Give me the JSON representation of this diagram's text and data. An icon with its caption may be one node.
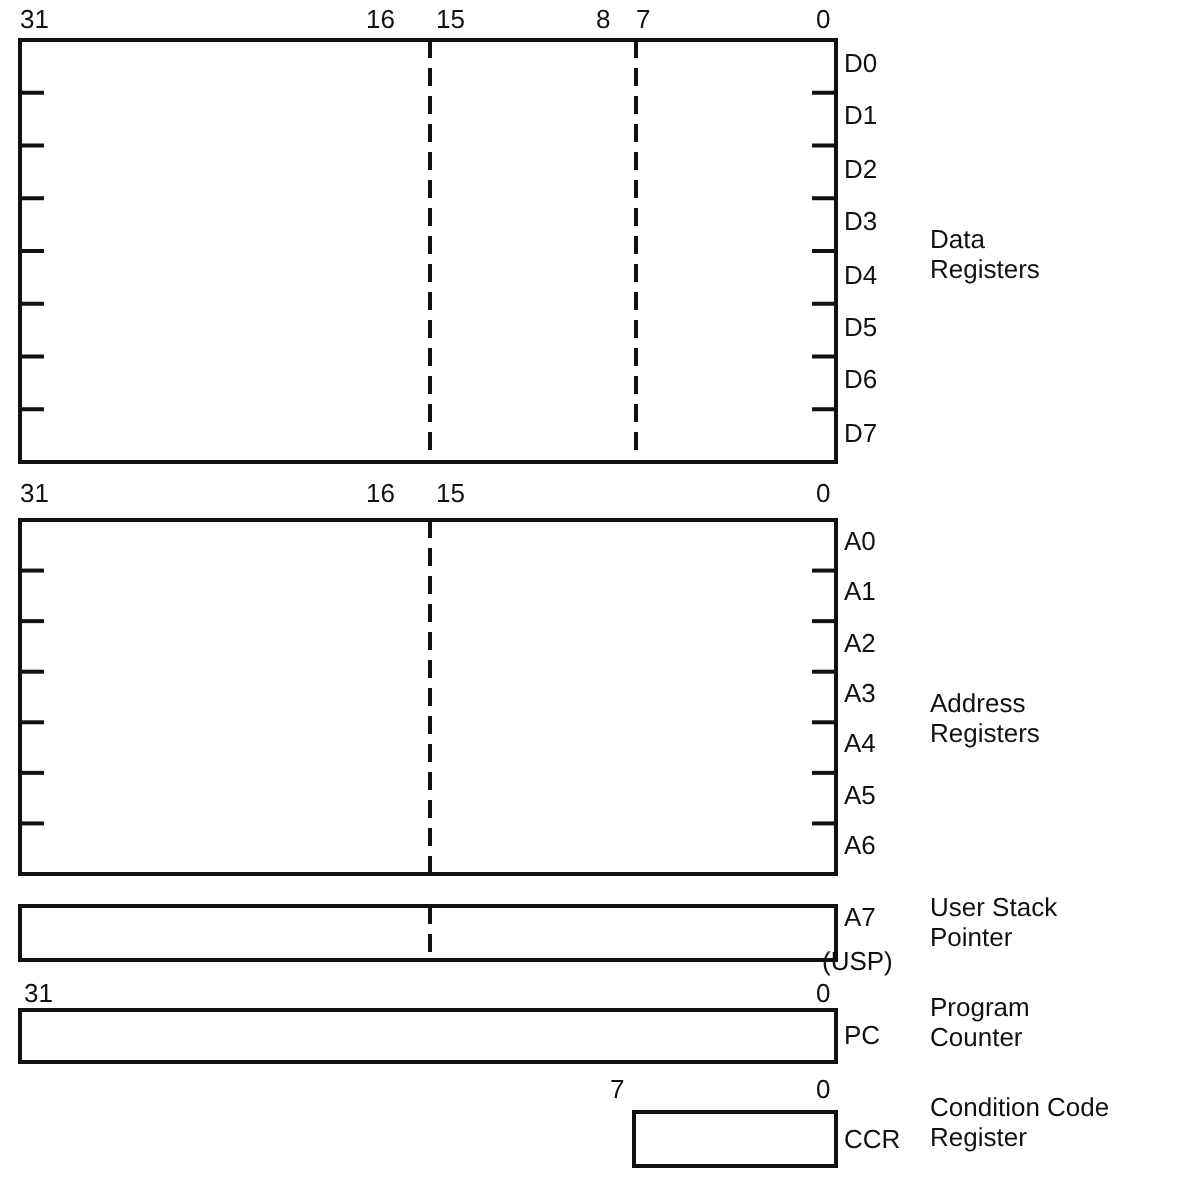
{
  "diagram": {
    "labels": [
      "31",
      "16",
      "15",
      "8",
      "7",
      "0",
      "D0",
      "D1",
      "D2",
      "D3",
      "D4",
      "D5",
      "D6",
      "D7",
      "Data Registers",
      "31",
      "16",
      "15",
      "0",
      "A0",
      "A1",
      "A2",
      "A3",
      "A4",
      "A5",
      "A6",
      "Address Registers",
      "A7",
      "User Stack Pointer",
      "(USP)",
      "31",
      "0",
      "PC",
      "Program Counter",
      "7",
      "0",
      "CCR",
      "Condition Code Register"
    ]
  }
}
